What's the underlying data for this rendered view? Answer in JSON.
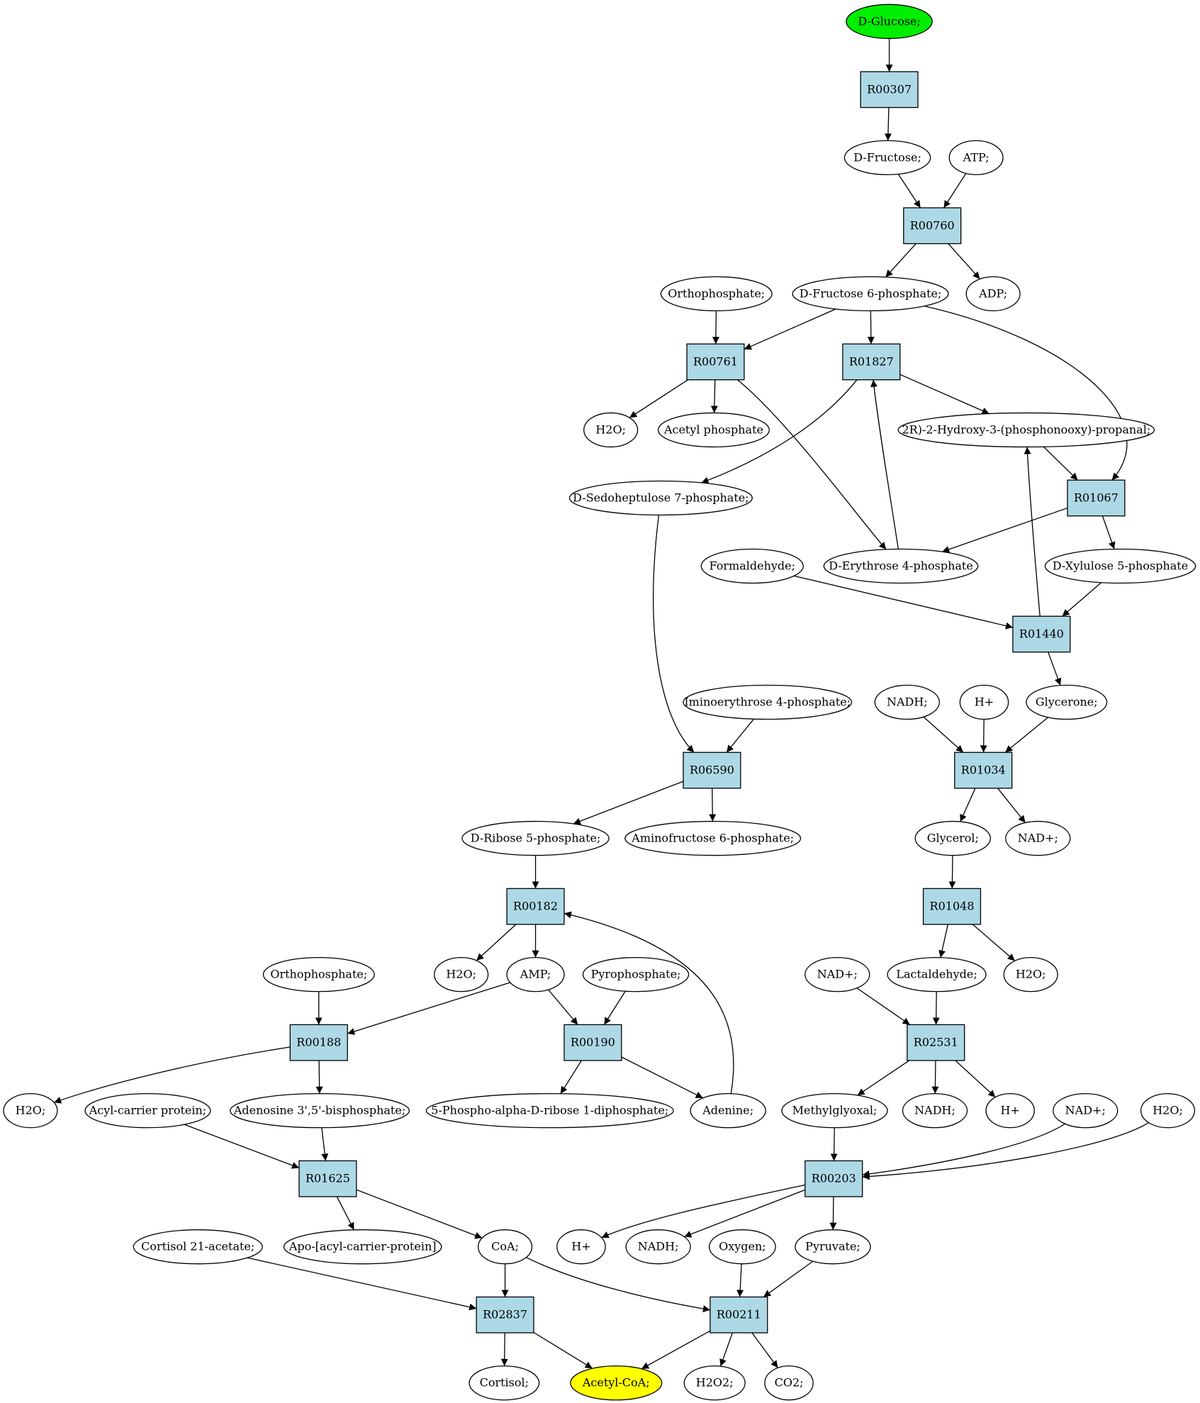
{
  "colors": {
    "reaction_fill": "#add8e6",
    "start_fill": "#00ee00",
    "target_fill": "#ffff00",
    "metabolite_fill": "#ffffff",
    "stroke": "#000000"
  },
  "reactions": [
    {
      "id": "r00307",
      "label": "R00307"
    },
    {
      "id": "r00760",
      "label": "R00760"
    },
    {
      "id": "r00761",
      "label": "R00761"
    },
    {
      "id": "r01827",
      "label": "R01827"
    },
    {
      "id": "r01067",
      "label": "R01067"
    },
    {
      "id": "r01440",
      "label": "R01440"
    },
    {
      "id": "r06590",
      "label": "R06590"
    },
    {
      "id": "r01034",
      "label": "R01034"
    },
    {
      "id": "r00182",
      "label": "R00182"
    },
    {
      "id": "r01048",
      "label": "R01048"
    },
    {
      "id": "r00188",
      "label": "R00188"
    },
    {
      "id": "r00190",
      "label": "R00190"
    },
    {
      "id": "r02531",
      "label": "R02531"
    },
    {
      "id": "r01625",
      "label": "R01625"
    },
    {
      "id": "r00203",
      "label": "R00203"
    },
    {
      "id": "r02837",
      "label": "R02837"
    },
    {
      "id": "r00211",
      "label": "R00211"
    }
  ],
  "metabolites": [
    {
      "id": "glucose",
      "label": "D-Glucose;",
      "role": "start"
    },
    {
      "id": "fructose",
      "label": "D-Fructose;"
    },
    {
      "id": "atp",
      "label": "ATP;"
    },
    {
      "id": "orthophosphate1",
      "label": "Orthophosphate;"
    },
    {
      "id": "f6p",
      "label": "D-Fructose 6-phosphate;"
    },
    {
      "id": "adp",
      "label": "ADP;"
    },
    {
      "id": "h2o_1",
      "label": "H2O;"
    },
    {
      "id": "acetylp",
      "label": "Acetyl phosphate"
    },
    {
      "id": "hydroxypropanal",
      "label": "2R)-2-Hydroxy-3-(phosphonooxy)-propanal;"
    },
    {
      "id": "s7p",
      "label": "D-Sedoheptulose 7-phosphate;"
    },
    {
      "id": "formaldehyde",
      "label": "Formaldehyde;"
    },
    {
      "id": "e4p",
      "label": "D-Erythrose 4-phosphate"
    },
    {
      "id": "x5p",
      "label": "D-Xylulose 5-phosphate"
    },
    {
      "id": "imino",
      "label": "Iminoerythrose 4-phosphate;"
    },
    {
      "id": "nadh_1",
      "label": "NADH;"
    },
    {
      "id": "hplus_1",
      "label": "H+"
    },
    {
      "id": "glycerone",
      "label": "Glycerone;"
    },
    {
      "id": "r5p",
      "label": "D-Ribose 5-phosphate;"
    },
    {
      "id": "aminofructose",
      "label": "Aminofructose 6-phosphate;"
    },
    {
      "id": "glycerol",
      "label": "Glycerol;"
    },
    {
      "id": "nadplus_1",
      "label": "NAD+;"
    },
    {
      "id": "orthophosphate2",
      "label": "Orthophosphate;"
    },
    {
      "id": "h2o_2",
      "label": "H2O;"
    },
    {
      "id": "amp",
      "label": "AMP;"
    },
    {
      "id": "pyrophosphate",
      "label": "Pyrophosphate;"
    },
    {
      "id": "nadplus_2",
      "label": "NAD+;"
    },
    {
      "id": "lactaldehyde",
      "label": "Lactaldehyde;"
    },
    {
      "id": "h2o_3",
      "label": "H2O;"
    },
    {
      "id": "h2o_4",
      "label": "H2O;"
    },
    {
      "id": "acp",
      "label": "Acyl-carrier protein;"
    },
    {
      "id": "adenosinebp",
      "label": "Adenosine 3',5'-bisphosphate;"
    },
    {
      "id": "prpp",
      "label": "5-Phospho-alpha-D-ribose 1-diphosphate;"
    },
    {
      "id": "adenine",
      "label": "Adenine;"
    },
    {
      "id": "methylglyoxal",
      "label": "Methylglyoxal;"
    },
    {
      "id": "nadh_2",
      "label": "NADH;"
    },
    {
      "id": "hplus_2",
      "label": "H+"
    },
    {
      "id": "nadplus_3",
      "label": "NAD+;"
    },
    {
      "id": "h2o_5",
      "label": "H2O;"
    },
    {
      "id": "cortisolacetate",
      "label": "Cortisol 21-acetate;"
    },
    {
      "id": "apoacp",
      "label": "Apo-[acyl-carrier-protein]"
    },
    {
      "id": "coa",
      "label": "CoA;"
    },
    {
      "id": "hplus_3",
      "label": "H+"
    },
    {
      "id": "nadh_3",
      "label": "NADH;"
    },
    {
      "id": "oxygen",
      "label": "Oxygen;"
    },
    {
      "id": "pyruvate",
      "label": "Pyruvate;"
    },
    {
      "id": "cortisol",
      "label": "Cortisol;"
    },
    {
      "id": "acetylcoa",
      "label": "Acetyl-CoA;",
      "role": "target"
    },
    {
      "id": "h2o2",
      "label": "H2O2;"
    },
    {
      "id": "co2",
      "label": "CO2;"
    }
  ],
  "edges": [
    [
      "glucose",
      "r00307"
    ],
    [
      "r00307",
      "fructose"
    ],
    [
      "fructose",
      "r00760"
    ],
    [
      "atp",
      "r00760"
    ],
    [
      "r00760",
      "f6p"
    ],
    [
      "r00760",
      "adp"
    ],
    [
      "orthophosphate1",
      "r00761"
    ],
    [
      "f6p",
      "r00761"
    ],
    [
      "f6p",
      "r01827"
    ],
    [
      "f6p",
      "r01067"
    ],
    [
      "r00761",
      "h2o_1"
    ],
    [
      "r00761",
      "acetylp"
    ],
    [
      "r00761",
      "e4p"
    ],
    [
      "r01827",
      "hydroxypropanal"
    ],
    [
      "r01827",
      "s7p"
    ],
    [
      "e4p",
      "r01827"
    ],
    [
      "hydroxypropanal",
      "r01067"
    ],
    [
      "r01067",
      "e4p"
    ],
    [
      "r01067",
      "x5p"
    ],
    [
      "formaldehyde",
      "r01440"
    ],
    [
      "x5p",
      "r01440"
    ],
    [
      "r01440",
      "hydroxypropanal"
    ],
    [
      "r01440",
      "glycerone"
    ],
    [
      "s7p",
      "r06590"
    ],
    [
      "imino",
      "r06590"
    ],
    [
      "r06590",
      "r5p"
    ],
    [
      "r06590",
      "aminofructose"
    ],
    [
      "nadh_1",
      "r01034"
    ],
    [
      "hplus_1",
      "r01034"
    ],
    [
      "glycerone",
      "r01034"
    ],
    [
      "r01034",
      "glycerol"
    ],
    [
      "r01034",
      "nadplus_1"
    ],
    [
      "r5p",
      "r00182"
    ],
    [
      "adenine",
      "r00182"
    ],
    [
      "r00182",
      "h2o_2"
    ],
    [
      "r00182",
      "amp"
    ],
    [
      "glycerol",
      "r01048"
    ],
    [
      "r01048",
      "lactaldehyde"
    ],
    [
      "r01048",
      "h2o_3"
    ],
    [
      "orthophosphate2",
      "r00188"
    ],
    [
      "amp",
      "r00188"
    ],
    [
      "r00188",
      "h2o_4"
    ],
    [
      "r00188",
      "adenosinebp"
    ],
    [
      "amp",
      "r00190"
    ],
    [
      "pyrophosphate",
      "r00190"
    ],
    [
      "r00190",
      "prpp"
    ],
    [
      "r00190",
      "adenine"
    ],
    [
      "nadplus_2",
      "r02531"
    ],
    [
      "lactaldehyde",
      "r02531"
    ],
    [
      "r02531",
      "methylglyoxal"
    ],
    [
      "r02531",
      "nadh_2"
    ],
    [
      "r02531",
      "hplus_2"
    ],
    [
      "acp",
      "r01625"
    ],
    [
      "adenosinebp",
      "r01625"
    ],
    [
      "r01625",
      "apoacp"
    ],
    [
      "r01625",
      "coa"
    ],
    [
      "methylglyoxal",
      "r00203"
    ],
    [
      "nadplus_3",
      "r00203"
    ],
    [
      "h2o_5",
      "r00203"
    ],
    [
      "r00203",
      "hplus_3"
    ],
    [
      "r00203",
      "nadh_3"
    ],
    [
      "r00203",
      "pyruvate"
    ],
    [
      "cortisolacetate",
      "r02837"
    ],
    [
      "coa",
      "r02837"
    ],
    [
      "r02837",
      "cortisol"
    ],
    [
      "r02837",
      "acetylcoa"
    ],
    [
      "coa",
      "r00211"
    ],
    [
      "oxygen",
      "r00211"
    ],
    [
      "pyruvate",
      "r00211"
    ],
    [
      "r00211",
      "acetylcoa"
    ],
    [
      "r00211",
      "h2o2"
    ],
    [
      "r00211",
      "co2"
    ]
  ]
}
